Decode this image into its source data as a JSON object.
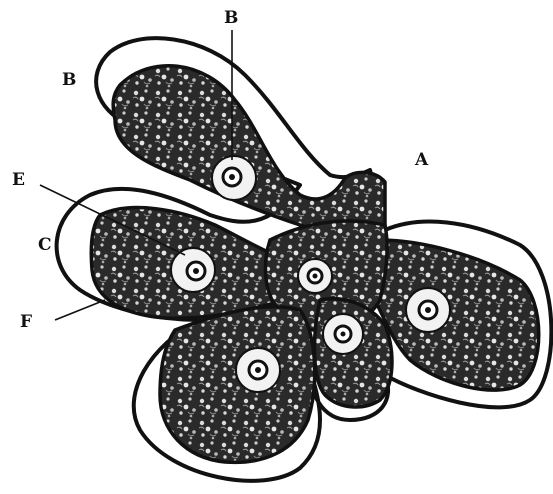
{
  "figure": {
    "labels": {
      "a": "A",
      "b_top": "B",
      "b_left": "B",
      "c": "C",
      "e": "E",
      "f": "F"
    },
    "colors": {
      "ink": "#111111",
      "paper": "#ffffff"
    }
  }
}
